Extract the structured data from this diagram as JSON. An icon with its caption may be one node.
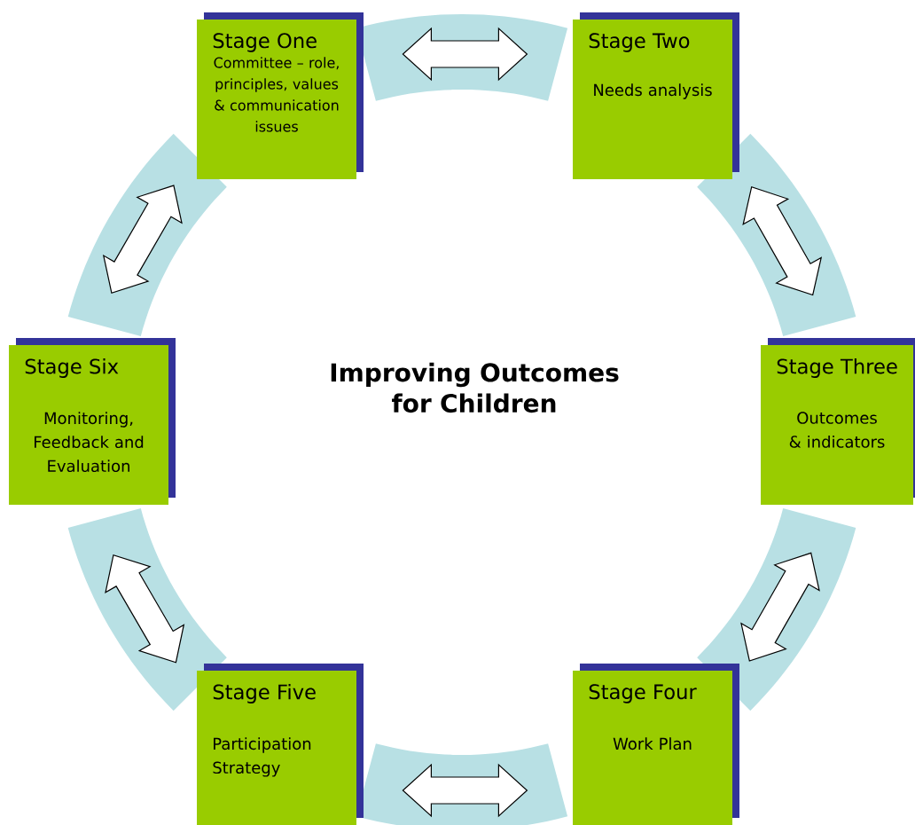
{
  "diagram": {
    "title": "Improving Outcomes for Children",
    "nodes": [
      {
        "text": [
          "Stage One",
          "Committee – role, principles, values & communication issues"
        ]
      },
      {
        "text": [
          "Stage Two",
          "Needs analysis"
        ]
      },
      {
        "text": [
          "Stage Three",
          "Outcomes & indicators"
        ]
      },
      {
        "text": [
          "Stage Four",
          "Work Plan"
        ]
      },
      {
        "text": [
          "Stage Five",
          "Participation Strategy"
        ]
      },
      {
        "text": [
          "Stage Six",
          "Monitoring, Feedback and Evaluation"
        ]
      }
    ],
    "edges": [
      {
        "from": 0,
        "to": 1,
        "arrow": "both"
      },
      {
        "from": 1,
        "to": 2,
        "arrow": "both"
      },
      {
        "from": 2,
        "to": 3,
        "arrow": "both"
      },
      {
        "from": 3,
        "to": 4,
        "arrow": "both"
      },
      {
        "from": 4,
        "to": 5,
        "arrow": "both"
      },
      {
        "from": 5,
        "to": 0,
        "arrow": "both"
      }
    ]
  }
}
